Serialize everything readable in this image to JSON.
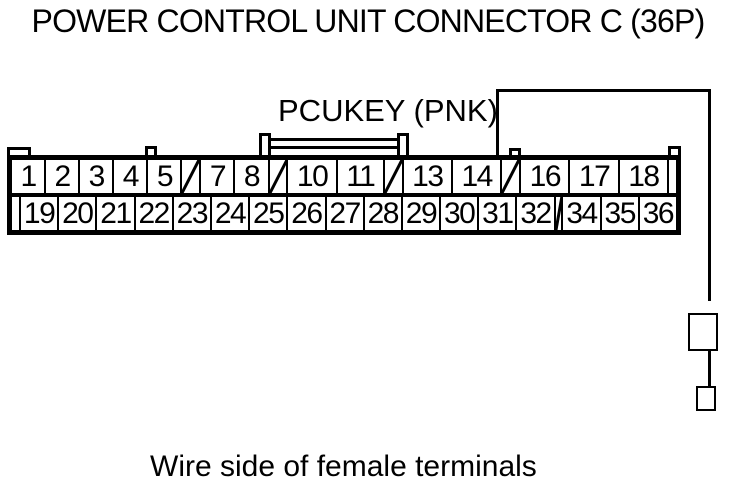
{
  "title": "POWER CONTROL UNIT CONNECTOR C (36P)",
  "wire": {
    "label": "PCUKEY (PNK)",
    "target_pin": "14"
  },
  "connector": {
    "rows": [
      {
        "name": "top",
        "cells": [
          "1",
          "2",
          "3",
          "4",
          "5",
          "/",
          "7",
          "8",
          "/",
          "10",
          "11",
          "/",
          "13",
          "14",
          "/",
          "16",
          "17",
          "18"
        ]
      },
      {
        "name": "bottom",
        "cells": [
          "19",
          "20",
          "21",
          "22",
          "23",
          "24",
          "25",
          "26",
          "27",
          "28",
          "29",
          "30",
          "31",
          "32",
          "/",
          "34",
          "35",
          "36"
        ]
      }
    ]
  },
  "caption": "Wire side of female terminals",
  "colors": {
    "line": "#000000",
    "background": "#ffffff"
  }
}
